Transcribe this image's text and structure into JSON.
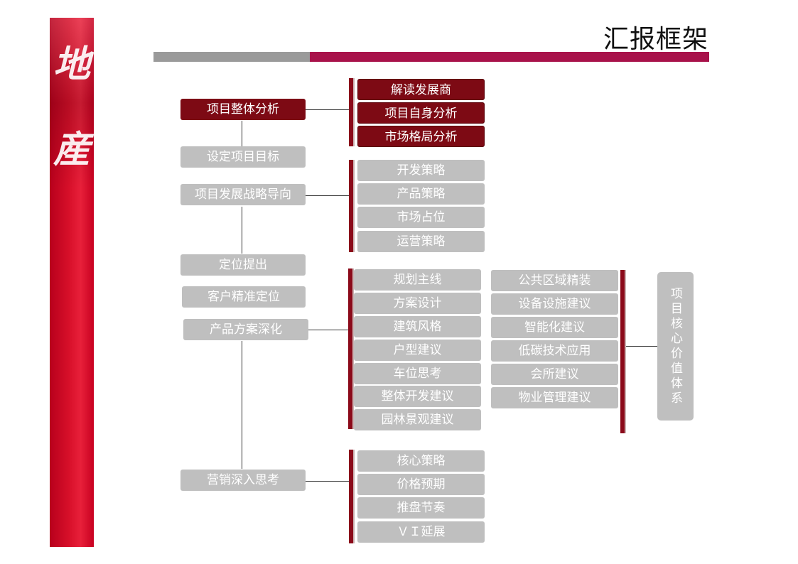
{
  "slide": {
    "title": "汇报框架",
    "brand_chars": [
      "地",
      "産"
    ]
  },
  "main_steps": [
    "项目整体分析",
    "设定项目目标",
    "项目发展战略导向",
    "定位提出",
    "客户精准定位",
    "产品方案深化",
    "营销深入思考"
  ],
  "group_analysis": [
    "解读发展商",
    "项目自身分析",
    "市场格局分析"
  ],
  "group_strategy": [
    "开发策略",
    "产品策略",
    "市场占位",
    "运营策略"
  ],
  "group_product_col1": [
    "规划主线",
    "方案设计",
    "建筑风格",
    "户型建议",
    "车位思考",
    "整体开发建议",
    "园林景观建议"
  ],
  "group_product_col2": [
    "公共区域精装",
    "设备设施建议",
    "智能化建议",
    "低碳技术应用",
    "会所建议",
    "物业管理建议"
  ],
  "core_value": "项目核心价值体系",
  "group_marketing": [
    "核心策略",
    "价格预期",
    "推盘节奏",
    "ＶＩ延展"
  ],
  "colors": {
    "accent_dark_red": "#7d0a14",
    "box_gray": "#bfbfbf",
    "title_bar_gray": "#9a9a9a",
    "title_bar_crimson": "#a8124a",
    "side_band_red": "#d8102a"
  }
}
